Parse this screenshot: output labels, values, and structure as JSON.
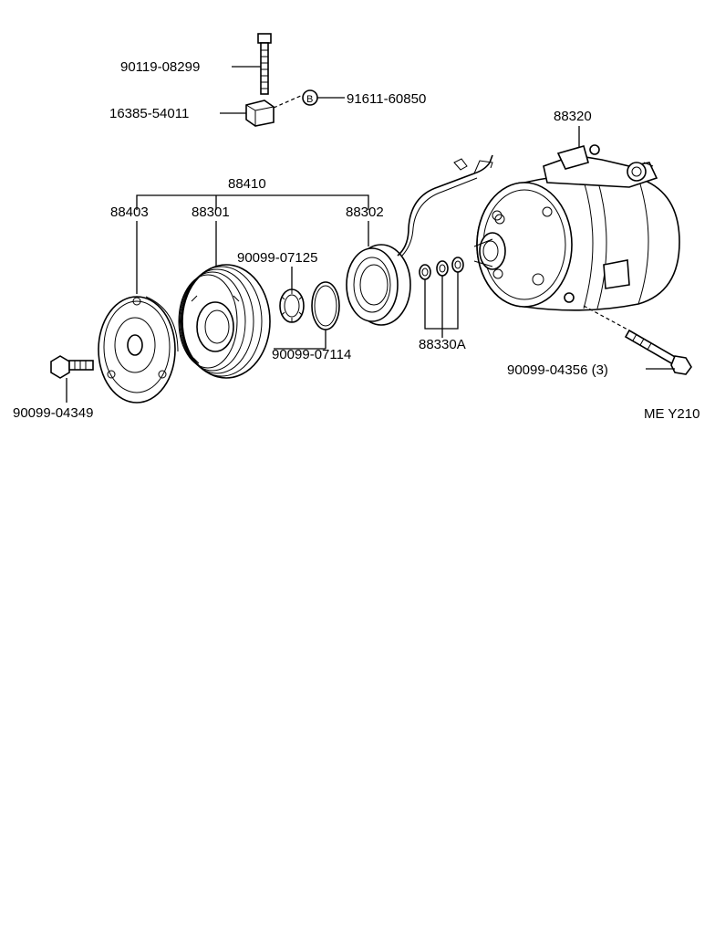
{
  "labels": {
    "bolt_top": "90119-08299",
    "holder": "16385-54011",
    "clamp": "91611-60850",
    "clutch_assy": "88410",
    "hub": "88403",
    "pulley": "88301",
    "stator": "88302",
    "snap_ring_1": "90099-07125",
    "snap_ring_2": "90099-07114",
    "shims": "88330A",
    "compressor": "88320",
    "bolt_right": "90099-04356 (3)",
    "bolt_hub": "90099-04349",
    "code": "ME Y210"
  },
  "callout_b": "B"
}
